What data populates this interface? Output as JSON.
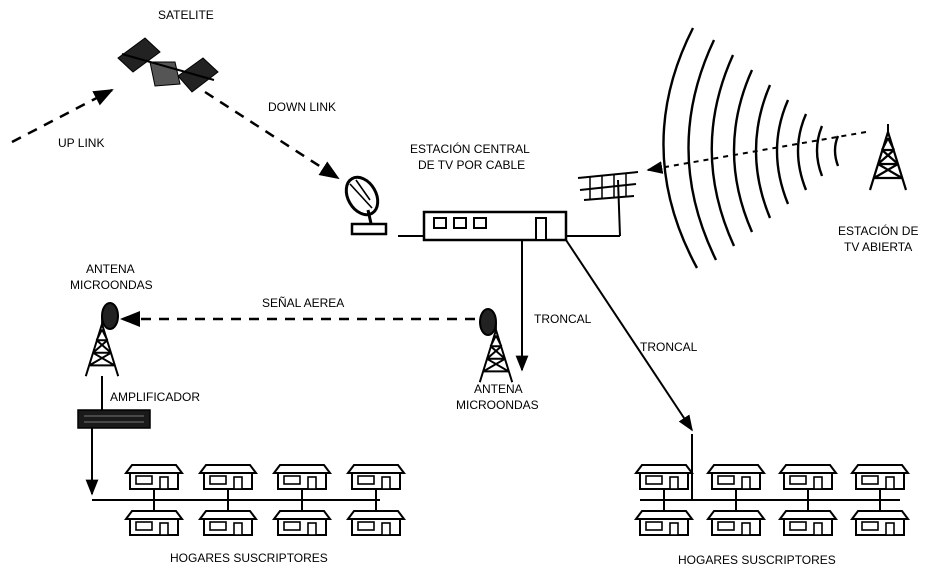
{
  "labels": {
    "satellite": "SATELITE",
    "uplink": "UP LINK",
    "downlink": "DOWN LINK",
    "central_line1": "ESTACIÓN CENTRAL",
    "central_line2": "DE TV POR CABLE",
    "open_tv_line1": "ESTACIÓN DE",
    "open_tv_line2": "TV ABIERTA",
    "antenna_left_line1": "ANTENA",
    "antenna_left_line2": "MICROONDAS",
    "aerial_signal": "SEÑAL AEREA",
    "trunk_center": "TRONCAL",
    "trunk_right": "TRONCAL",
    "antenna_center_line1": "ANTENA",
    "antenna_center_line2": "MICROONDAS",
    "amplifier": "AMPLIFICADOR",
    "homes_left": "HOGARES SUSCRIPTORES",
    "homes_right": "HOGARES SUSCRIPTORES"
  }
}
